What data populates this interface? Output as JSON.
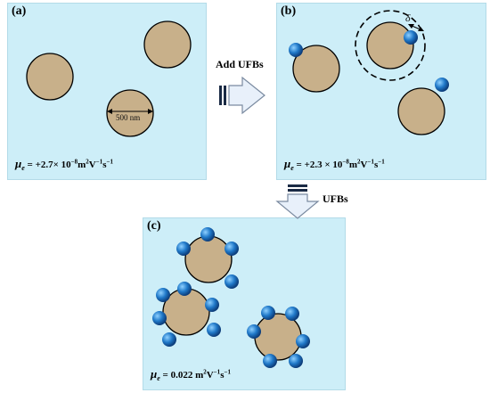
{
  "panels": {
    "a": {
      "tag": "(a)",
      "mobility": {
        "symbol": "μ",
        "sub": "e",
        "value": "= +2.7× 10",
        "exp": "−8",
        "unit": "m",
        "unit_exp": "2",
        "rest": "V",
        "rest_exp": "−1",
        "tail": "s",
        "tail_exp": "−1"
      },
      "scale_label": "500 nm"
    },
    "b": {
      "tag": "(b)",
      "mobility": {
        "symbol": "μ",
        "sub": "e",
        "value": "= +2.3 × 10",
        "exp": "−8",
        "unit": "m",
        "unit_exp": "2",
        "rest": "V",
        "rest_exp": "−1",
        "tail": "s",
        "tail_exp": "−1"
      },
      "delta_symbol": "δ"
    },
    "c": {
      "tag": "(c)",
      "mobility": {
        "symbol": "μ",
        "sub": "e",
        "value": "= 0.022 m",
        "exp": "2",
        "unit": "",
        "unit_exp": "",
        "rest": "V",
        "rest_exp": "−1",
        "tail": "s",
        "tail_exp": "−1"
      }
    }
  },
  "steps": {
    "add_label": "Add UFBs",
    "ufbs_label": "UFBs"
  },
  "colors": {
    "panel_bg": "#cdeef8",
    "particle": "#c8b08a",
    "bubble": "#1f78c8",
    "arrow": "#e8f0fa"
  }
}
